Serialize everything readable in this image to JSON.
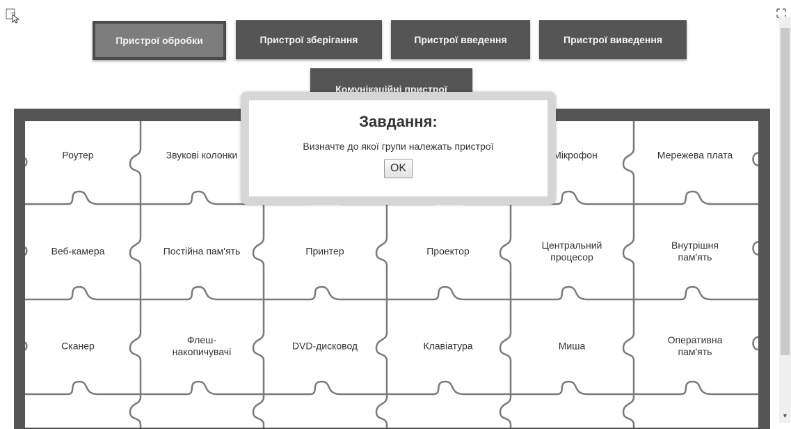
{
  "categories": [
    {
      "label": "Пристрої обробки",
      "active": true
    },
    {
      "label": "Пристрої зберігання",
      "active": false
    },
    {
      "label": "Пристрої введення",
      "active": false
    },
    {
      "label": "Пристрої виведення",
      "active": false
    },
    {
      "label": "Комунікаційні пристрої",
      "active": false
    }
  ],
  "pieces": [
    [
      "Роутер",
      "Звукові колонки",
      "",
      "",
      "Мікрофон",
      "Мережева плата"
    ],
    [
      "Веб-камера",
      "Постійна пам'ять",
      "Принтер",
      "Проектор",
      "Центральний процесор",
      "Внутрішня пам'ять"
    ],
    [
      "Сканер",
      "Флеш-накопичувачі",
      "DVD-дисковод",
      "Клавіатура",
      "Миша",
      "Оперативна пам'ять"
    ]
  ],
  "modal": {
    "title": "Завдання:",
    "text": "Визначте до якої групи належать пристрої",
    "ok_label": "OK"
  },
  "colors": {
    "board": "#555555",
    "button": "#555555",
    "active_button": "#7d7d7d",
    "modal_frame": "#d6d6d6"
  },
  "icons": {
    "help": "help-cursor-icon",
    "fullscreen": "fullscreen-icon"
  }
}
